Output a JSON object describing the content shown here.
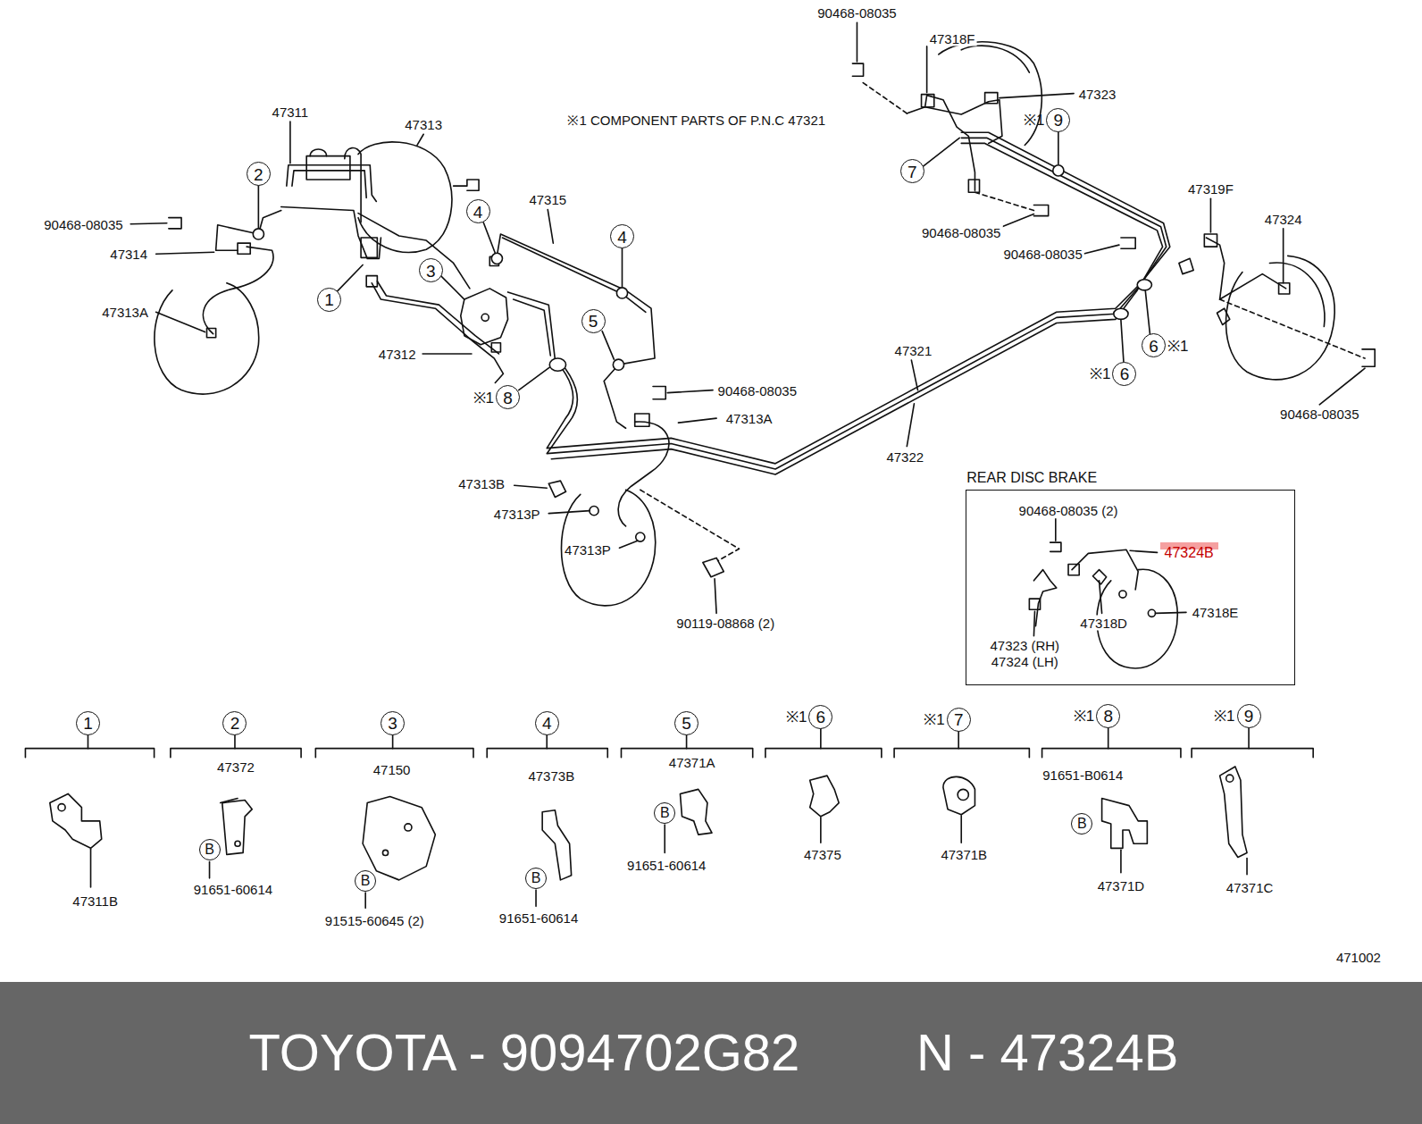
{
  "diagram": {
    "nodes": [
      {
        "text": [
          "2"
        ]
      },
      {
        "text": [
          "※1",
          "9"
        ]
      },
      {
        "text": [
          "7"
        ]
      },
      {
        "text": [
          "4"
        ]
      },
      {
        "text": [
          "4"
        ]
      },
      {
        "text": [
          "3"
        ]
      },
      {
        "text": [
          "1"
        ]
      },
      {
        "text": [
          "5"
        ]
      },
      {
        "text": [
          "6",
          "※1"
        ]
      },
      {
        "text": [
          "※1",
          "6"
        ]
      },
      {
        "text": [
          "※1",
          "8"
        ]
      },
      {
        "text": [
          "REAR DISC BRAKE"
        ]
      },
      {
        "text": [
          "47324B"
        ],
        "in": 11
      },
      {
        "text": [
          "1"
        ]
      },
      {
        "text": [
          "2"
        ]
      },
      {
        "text": [
          "3"
        ]
      },
      {
        "text": [
          "4"
        ]
      },
      {
        "text": [
          "5"
        ]
      },
      {
        "text": [
          "※1",
          "6"
        ]
      },
      {
        "text": [
          "※1",
          "7"
        ]
      },
      {
        "text": [
          "※1",
          "8"
        ]
      },
      {
        "text": [
          "※1",
          "9"
        ]
      },
      {
        "text": [
          "B"
        ]
      },
      {
        "text": [
          "B"
        ]
      },
      {
        "text": [
          "B"
        ]
      },
      {
        "text": [
          "B"
        ]
      },
      {
        "text": [
          "B"
        ]
      },
      {
        "text": [
          "TOYOTA - 9094702G82",
          "N - 47324B"
        ]
      }
    ],
    "labels": [
      "90468-08035",
      "47318F",
      "47323",
      "※1 COMPONENT PARTS OF P.N.C 47321",
      "47311",
      "47313",
      "90468-08035",
      "47314",
      "47313A",
      "47315",
      "47312",
      "90468-08035",
      "90468-08035",
      "47319F",
      "47324",
      "47321",
      "47322",
      "90468-08035",
      "47313A",
      "47313B",
      "47313P",
      "47313P",
      "90119-08868 (2)",
      "90468-08035",
      "90468-08035 (2)",
      "47318D",
      "47318E",
      "47323 (RH)",
      "47324 (LH)",
      "47311B",
      "47372",
      "91651-60614",
      "47150",
      "91515-60645 (2)",
      "47373B",
      "91651-60614",
      "47371A",
      "91651-60614",
      "47375",
      "47371B",
      "91651-B0614",
      "47371D",
      "47371C",
      "471002"
    ]
  }
}
